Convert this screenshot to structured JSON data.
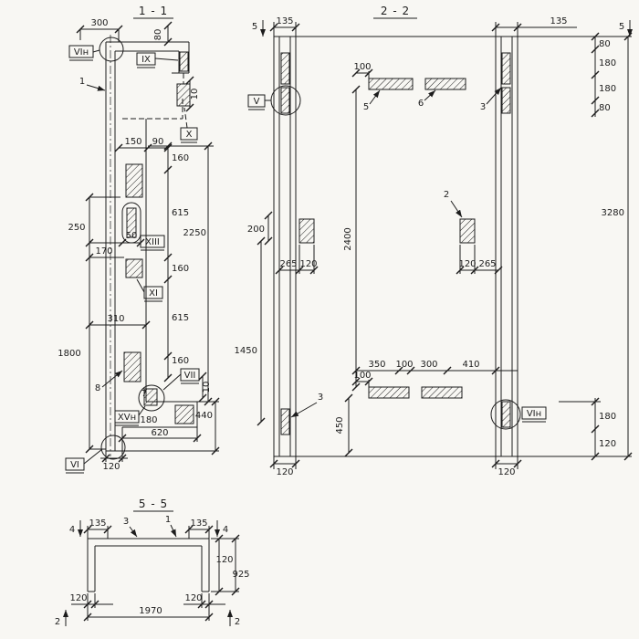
{
  "colors": {
    "ink": "#1c1c1c",
    "paper": "#f8f7f3"
  },
  "s11": {
    "title": "1 - 1",
    "dims": {
      "d300": "300",
      "d80": "80",
      "d10": "10",
      "d150": "150",
      "d90": "90",
      "d160": "160",
      "d615": "615",
      "d2250": "2250",
      "d250": "250",
      "d170": "170",
      "d50": "50",
      "d310": "310",
      "d1800": "1800",
      "d180": "180",
      "d620": "620",
      "d440": "440",
      "d120": "120"
    },
    "marks": {
      "vi_top": "VIн",
      "ix": "IX",
      "x": "X",
      "xiii": "XIII",
      "xi": "XI",
      "vii": "VII",
      "xv": "XVн",
      "vi": "VI"
    },
    "callouts": {
      "c1": "1",
      "c7": "7",
      "c8": "8"
    }
  },
  "s22": {
    "title": "2 - 2",
    "dims": {
      "d135": "135",
      "d80": "80",
      "d180": "180",
      "d100": "100",
      "d200": "200",
      "d1450": "1450",
      "d2400": "2400",
      "d450": "450",
      "d265": "265",
      "d120": "120",
      "d3280": "3280",
      "d350": "350",
      "d300": "300",
      "d410": "410"
    },
    "marks": {
      "v": "V",
      "vi_n": "VIн"
    },
    "cuts": {
      "c5": "5"
    },
    "callouts": {
      "c2": "2",
      "c3": "3",
      "c5": "5",
      "c6": "6"
    }
  },
  "s55": {
    "title": "5 - 5",
    "dims": {
      "d135": "135",
      "d120": "120",
      "d925": "925",
      "d1970": "1970"
    },
    "cuts": {
      "c4": "4",
      "c2": "2"
    },
    "callouts": {
      "c1": "1",
      "c3": "3"
    }
  }
}
